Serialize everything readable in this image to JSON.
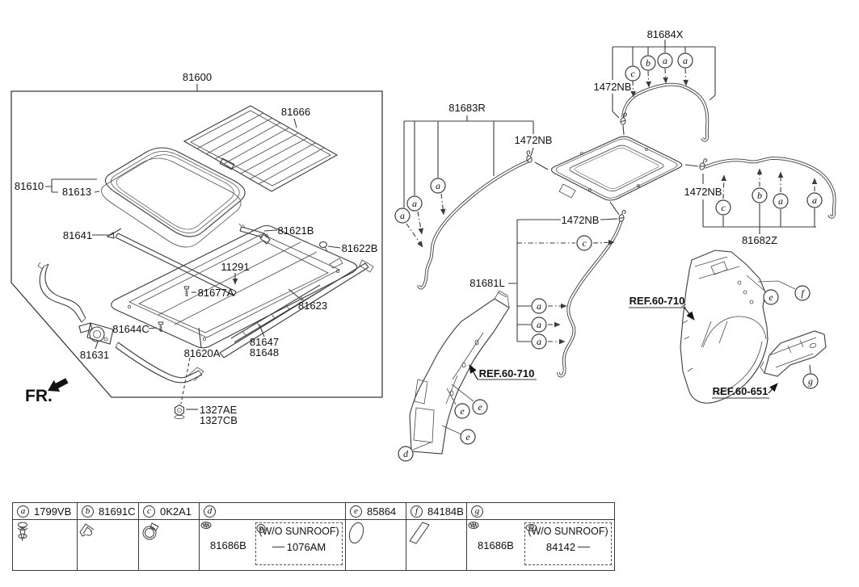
{
  "diagram": {
    "fr": "FR.",
    "left": {
      "assembly": "81600",
      "sunshade": "81666",
      "glass": "81610",
      "seal": "81613",
      "deflector": "81641",
      "bracket": "81621B",
      "clip": "81622B",
      "bolt": "11291",
      "screw": "81677A",
      "side_rail": "81623",
      "bolt2": "81644C",
      "motor": "81631",
      "frame": "81620A",
      "rail_upper": "81647",
      "rail_lower": "81648",
      "nut_a": "1327AE",
      "nut_b": "1327CB"
    },
    "right": {
      "rear_left_hose": "81684X",
      "front_left_hose": "81683R",
      "rear_right_hose": "81682Z",
      "center_hose": "81681L",
      "clamp": "1472NB",
      "ref_pillar": "REF.60-710",
      "ref_rear": "REF.60-651"
    },
    "letters": {
      "a": "a",
      "b": "b",
      "c": "c",
      "d": "d",
      "e": "e",
      "f": "f",
      "g": "g"
    }
  },
  "legend": {
    "cells": [
      {
        "letter": "a",
        "part": "1799VB"
      },
      {
        "letter": "b",
        "part": "81691C"
      },
      {
        "letter": "c",
        "part": "0K2A1"
      },
      {
        "letter": "d",
        "body_part": "81686B",
        "variant_label": "(W/O SUNROOF)",
        "variant_part": "1076AM"
      },
      {
        "letter": "e",
        "part": "85864"
      },
      {
        "letter": "f",
        "part": "84184B"
      },
      {
        "letter": "g",
        "body_part": "81686B",
        "variant_label": "(W/O SUNROOF)",
        "variant_part": "84142"
      }
    ]
  }
}
